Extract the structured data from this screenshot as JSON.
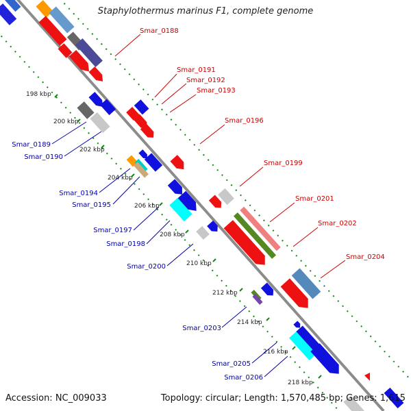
{
  "title": "Staphylothermus marinus F1, complete genome",
  "footer": {
    "accession": "Accession: NC_009033",
    "summary": "Topology: circular; Length: 1,570,485 bp; Genes: 1,615"
  },
  "colors": {
    "backbone": "#8c8c8c",
    "ticks": "#118811",
    "label_forward": "#cc0000",
    "label_reverse": "#0000aa",
    "tick_label": "#222222"
  },
  "tick_labels": [
    "198 kbp",
    "200 kbp",
    "202 kbp",
    "204 kbp",
    "206 kbp",
    "208 kbp",
    "210 kbp",
    "212 kbp",
    "214 kbp",
    "216 kbp",
    "218 kbp"
  ],
  "gene_labels_forward": [
    "Smar_0188",
    "Smar_0191",
    "Smar_0192",
    "Smar_0193",
    "Smar_0196",
    "Smar_0199",
    "Smar_0201",
    "Smar_0202",
    "Smar_0204"
  ],
  "gene_labels_reverse": [
    "Smar_0189",
    "Smar_0190",
    "Smar_0194",
    "Smar_0195",
    "Smar_0197",
    "Smar_0198",
    "Smar_0200",
    "Smar_0203",
    "Smar_0205",
    "Smar_0206"
  ]
}
